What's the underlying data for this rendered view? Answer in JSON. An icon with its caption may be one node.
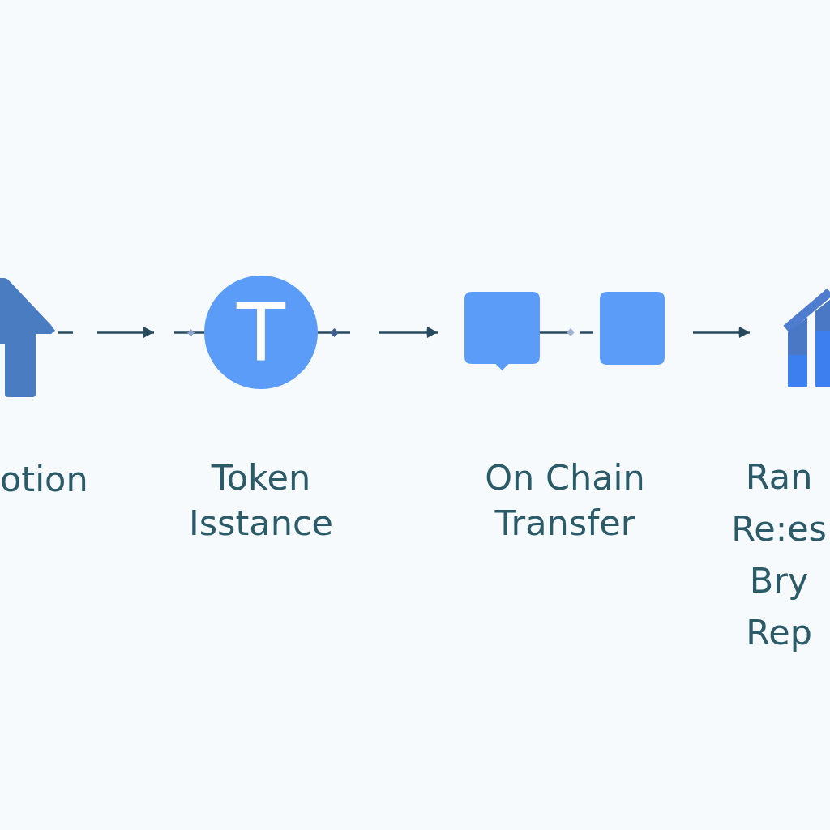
{
  "diagram": {
    "nodes": [
      {
        "text": [],
        "shape": "picture",
        "beside": [
          "otion"
        ]
      },
      {
        "text": [
          "T"
        ],
        "beside": [
          "Token Isstance"
        ]
      },
      {
        "text": [],
        "shape": "box",
        "beside": [
          "On Chain Transfer"
        ]
      },
      {
        "text": [],
        "shape": "box"
      },
      {
        "text": [],
        "shape": "picture",
        "beside": [
          "Ran Re:es Bry Rep"
        ]
      }
    ],
    "edges": [
      {
        "from": 0,
        "to": 1,
        "arrow": "to"
      },
      {
        "from": 1,
        "to": 2,
        "arrow": "to"
      },
      {
        "from": 2,
        "to": 3,
        "arrow": "none"
      },
      {
        "from": 3,
        "to": 4,
        "arrow": "to"
      }
    ]
  }
}
